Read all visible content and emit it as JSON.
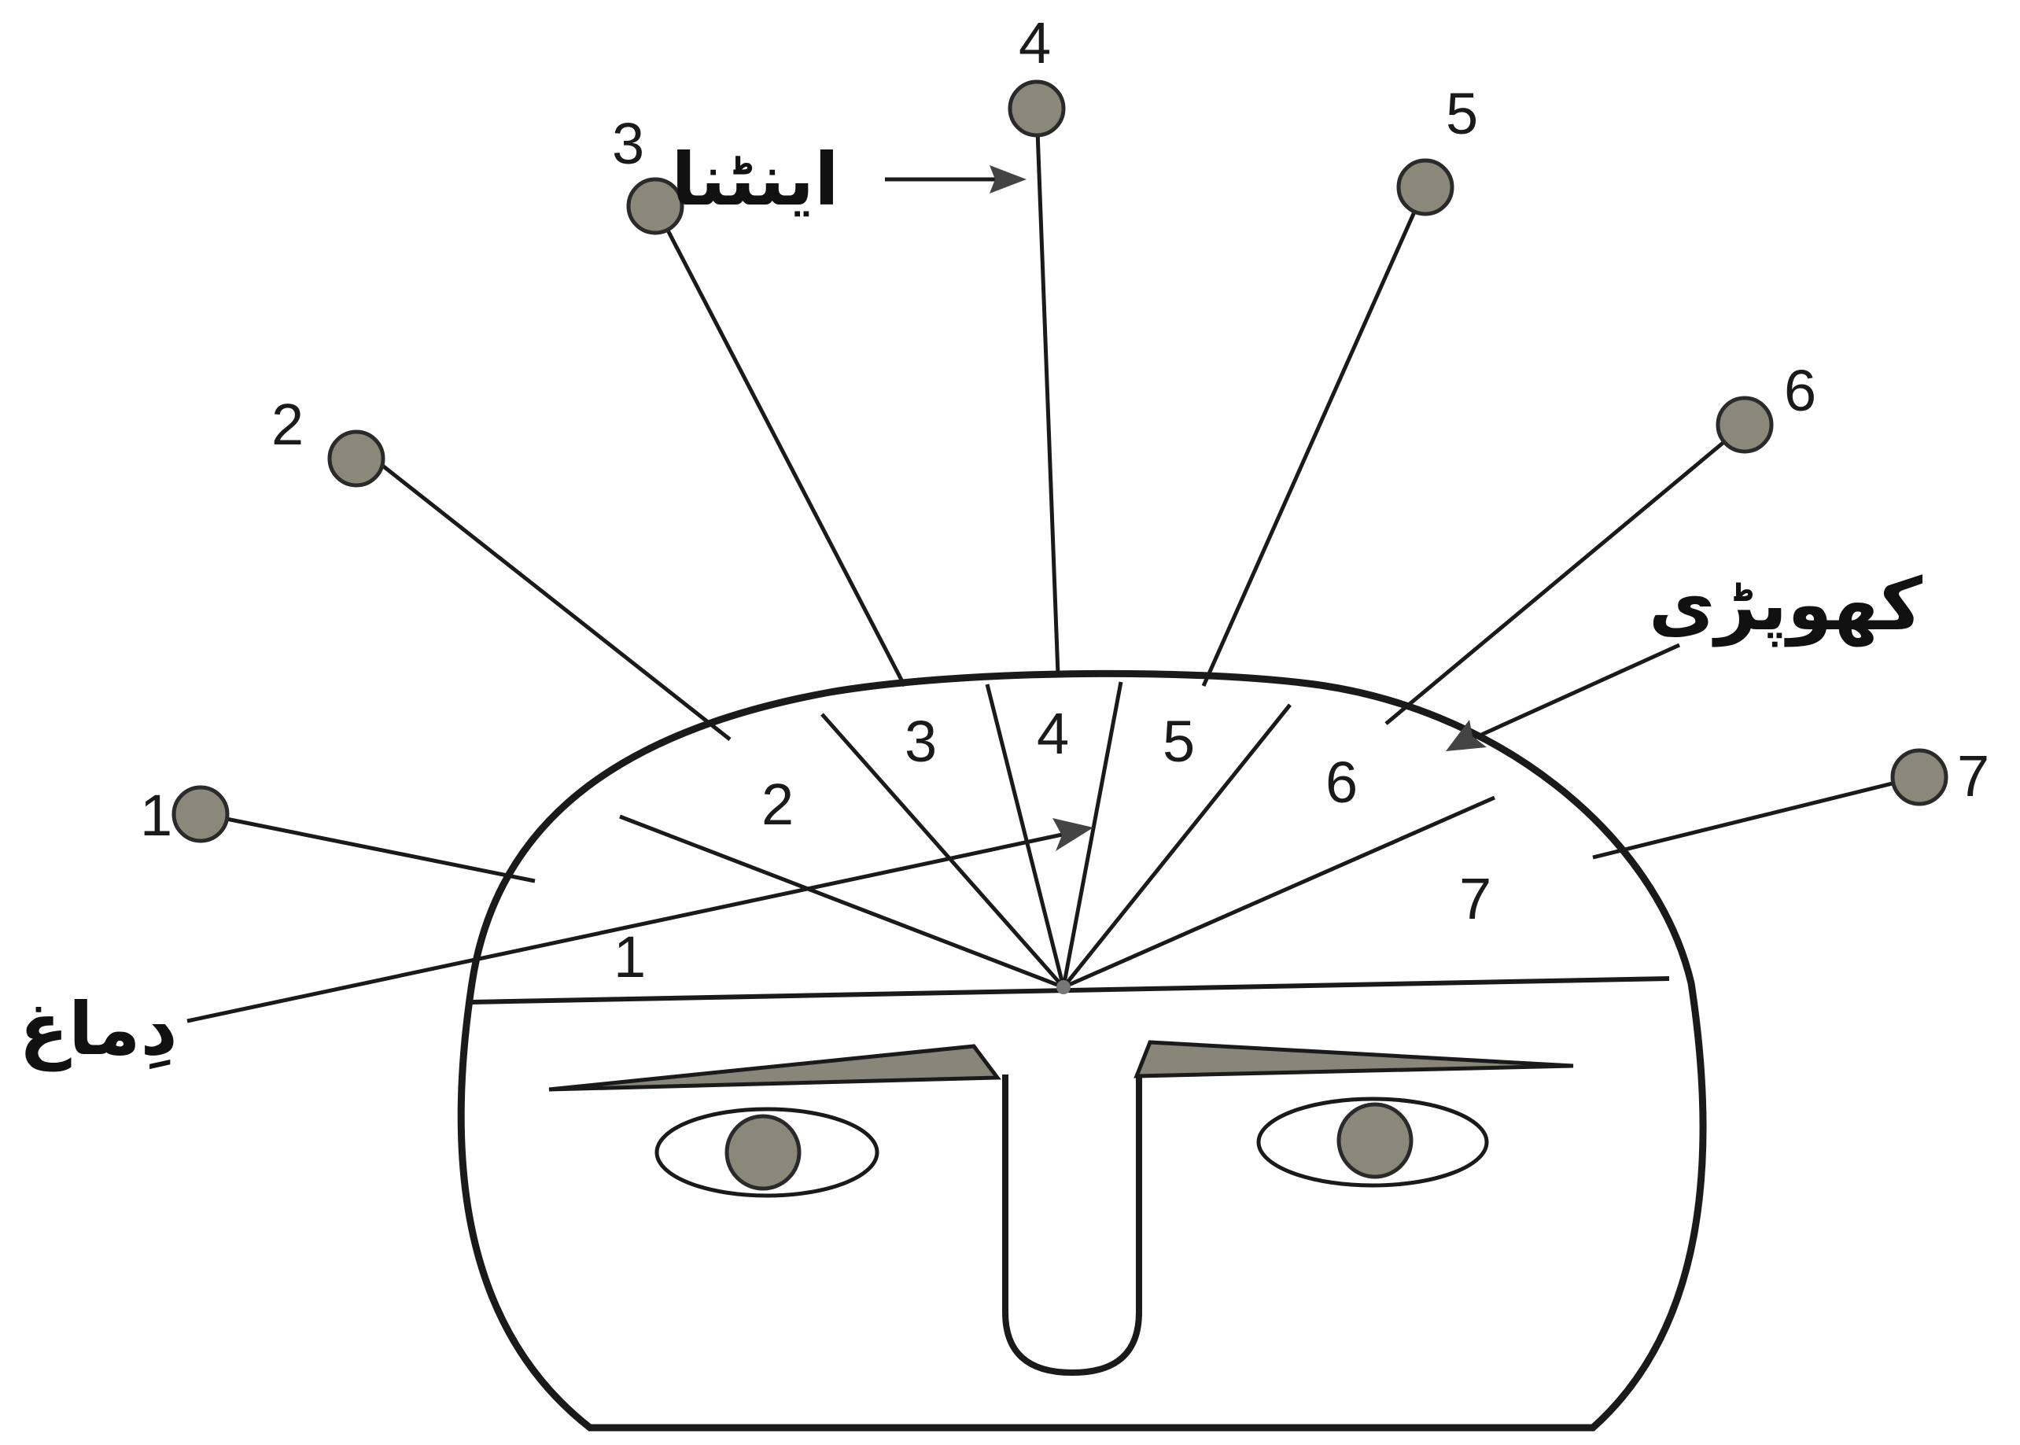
{
  "segment_numbers": [
    "1",
    "2",
    "3",
    "4",
    "5",
    "6",
    "7"
  ],
  "antenna_numbers": [
    "1",
    "2",
    "3",
    "4",
    "5",
    "6",
    "7"
  ],
  "labels": {
    "antenna": "اینٹنا",
    "skull": "کھوپڑی",
    "brain": "دِماغ"
  },
  "colors": {
    "ink": "#1a1a1a",
    "ball": "#8a8878",
    "background": "#ffffff"
  }
}
